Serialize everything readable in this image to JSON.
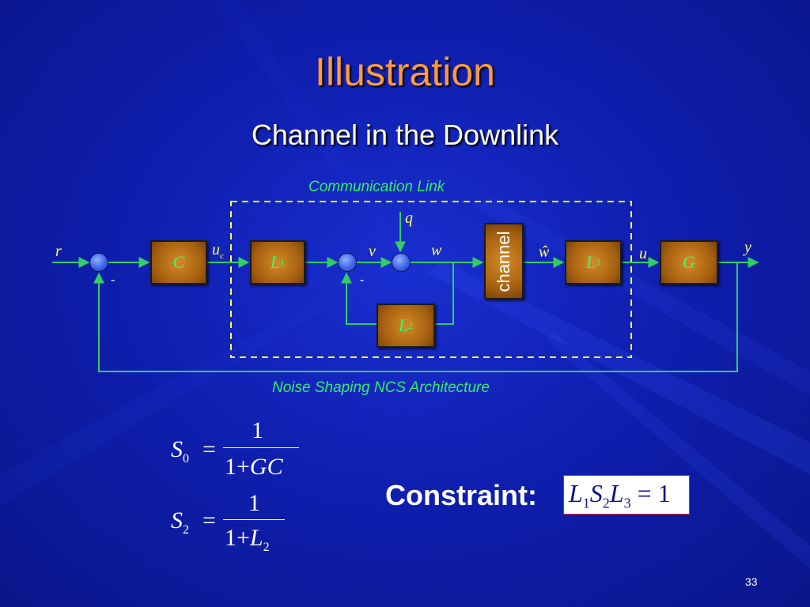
{
  "slide": {
    "title": "Illustration",
    "subtitle": "Channel in the Downlink",
    "page_number": "33"
  },
  "diagram": {
    "top_caption": "Communication Link",
    "bottom_caption": "Noise Shaping NCS Architecture",
    "channel_label": "channel",
    "blocks": {
      "C": "C",
      "L1": "L",
      "L1_sub": "1",
      "L2": "L",
      "L2_sub": "2",
      "L3": "L",
      "L3_sub": "3",
      "G": "G"
    },
    "signals": {
      "r": "r",
      "uc": "u",
      "uc_sub": "c",
      "v": "v",
      "q": "q",
      "w": "w",
      "w_hat": "ŵ",
      "u": "u",
      "y": "y"
    },
    "minus_signs": [
      "-",
      "-"
    ],
    "colors": {
      "line": "#33cc66",
      "dashed_box": "#ffff33",
      "block_fill": "#b86c16",
      "sum_fill": "#3a5fe6"
    }
  },
  "equations": {
    "s0": {
      "lhs": "S",
      "lhs_sub": "0",
      "eq": "=",
      "num": "1",
      "den_1": "1",
      "den_op": "+",
      "den_2": "GC"
    },
    "s2": {
      "lhs": "S",
      "lhs_sub": "2",
      "eq": "=",
      "num": "1",
      "den_1": "1",
      "den_op": "+",
      "den_2": "L",
      "den_2_sub": "2"
    }
  },
  "constraint": {
    "label": "Constraint:",
    "L1": "L",
    "L1_sub": "1",
    "S2": "S",
    "S2_sub": "2",
    "L3": "L",
    "L3_sub": "3",
    "rhs": "= 1"
  }
}
